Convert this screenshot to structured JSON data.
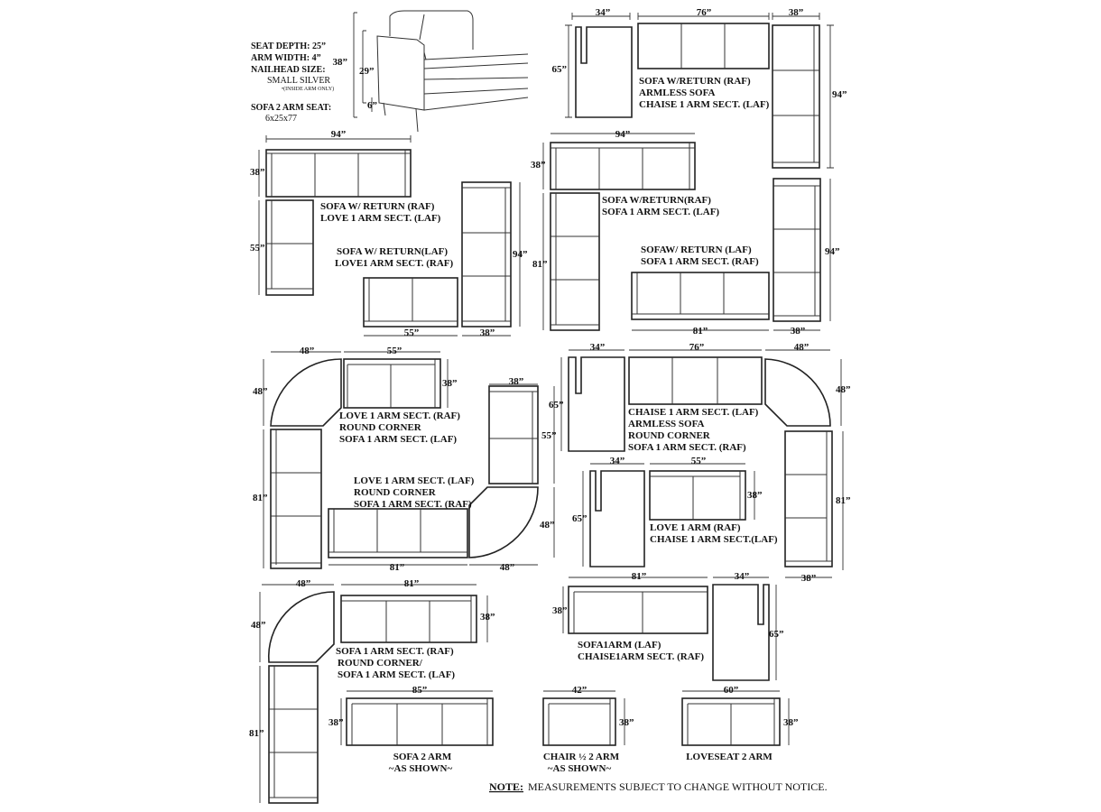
{
  "specs": {
    "seat_depth": "SEAT DEPTH: 25”",
    "arm_width": "ARM WIDTH: 4”",
    "nailhead_size": "NAILHEAD SIZE:",
    "nailhead_value": "SMALL SILVER",
    "nailhead_note": "•(INSIDE ARM ONLY)",
    "sofa_seat": "SOFA 2 ARM SEAT:",
    "sofa_seat_value": "6x25x77"
  },
  "photo_dims": {
    "h38": "38”",
    "h29": "29”",
    "h6": "6”"
  },
  "labels": {
    "c1": [
      "SOFA W/RETURN (RAF)",
      "ARMLESS SOFA",
      "CHAISE 1 ARM SECT. (LAF)"
    ],
    "c2": [
      "SOFA W/ RETURN (RAF)",
      "LOVE 1 ARM SECT. (LAF)"
    ],
    "c3": [
      "SOFA  W/ RETURN(LAF)",
      "LOVE1 ARM SECT. (RAF)"
    ],
    "c4": [
      "SOFA W/RETURN(RAF)",
      "SOFA 1 ARM SECT. (LAF)"
    ],
    "c5": [
      "SOFAW/ RETURN (LAF)",
      "SOFA 1 ARM SECT. (RAF)"
    ],
    "c6": [
      "LOVE 1 ARM SECT. (RAF)",
      "ROUND CORNER",
      "SOFA 1 ARM SECT. (LAF)"
    ],
    "c7": [
      "CHAISE 1 ARM SECT. (LAF)",
      "ARMLESS SOFA",
      "ROUND CORNER",
      "SOFA 1 ARM SECT. (RAF)"
    ],
    "c8": [
      "LOVE 1 ARM SECT. (LAF)",
      "ROUND CORNER",
      "SOFA 1 ARM SECT. (RAF)"
    ],
    "c9": [
      "LOVE 1 ARM (RAF)",
      "CHAISE 1 ARM SECT.(LAF)"
    ],
    "c10": [
      "SOFA 1 ARM SECT. (RAF)",
      "ROUND CORNER/",
      "SOFA 1 ARM SECT. (LAF)"
    ],
    "c11": [
      "SOFA1ARM (LAF)",
      "CHAISE1ARM SECT. (RAF)"
    ],
    "sofa2": [
      "SOFA 2 ARM",
      "~AS SHOWN~"
    ],
    "chair": [
      "CHAIR ½  2 ARM",
      "~AS SHOWN~"
    ],
    "love2": [
      "LOVESEAT 2 ARM"
    ]
  },
  "dims": {
    "d34": "34”",
    "d76": "76”",
    "d38": "38”",
    "d65": "65”",
    "d94": "94”",
    "d55": "55”",
    "d81": "81”",
    "d48": "48”",
    "d85": "85”",
    "d42": "42”",
    "d60": "60”"
  },
  "note": {
    "label": "NOTE:",
    "text": "MEASUREMENTS SUBJECT TO CHANGE WITHOUT NOTICE."
  }
}
